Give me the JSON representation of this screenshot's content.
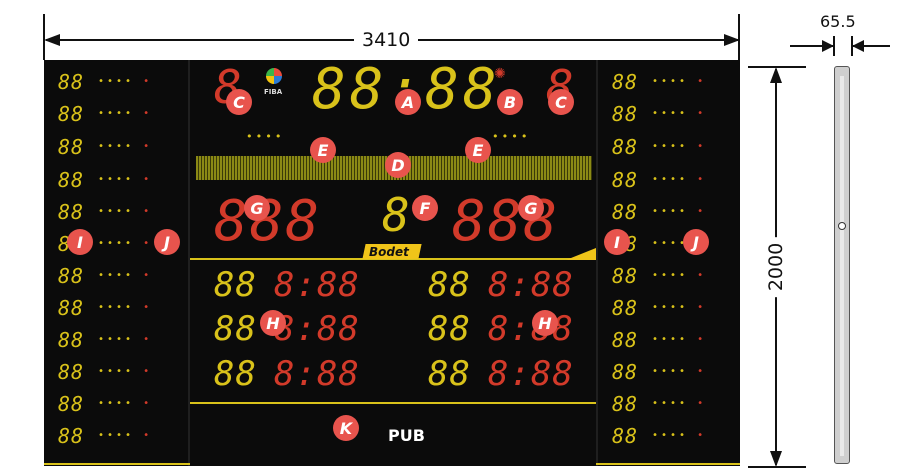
{
  "dimensions": {
    "width": "3410",
    "height": "2000",
    "depth": "65.5"
  },
  "board": {
    "main_time": "88:88",
    "period_left": "8",
    "period_right": "8",
    "score_home": "888",
    "score_guest": "888",
    "possession": "8",
    "brand_label": "Bodet",
    "fiba_label": "FIBA",
    "advert_label": "PUB",
    "player_numbers": "88",
    "penalty_time": "8:88",
    "player_fouls": "••••",
    "player_last_foul": "•"
  },
  "callouts": {
    "A": "A",
    "B": "B",
    "C": "C",
    "D": "D",
    "E": "E",
    "F": "F",
    "G": "G",
    "H": "H",
    "I": "I",
    "J": "J",
    "K": "K"
  },
  "colors": {
    "board": "#0b0b0b",
    "led_yellow": "#d9c21a",
    "led_red": "#d23a2a",
    "callout": "#e8544d",
    "brand_bg": "#f0c419"
  }
}
